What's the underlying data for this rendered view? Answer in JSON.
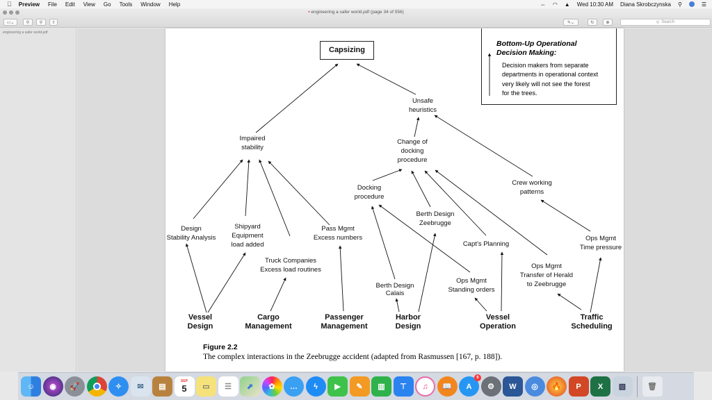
{
  "menubar": {
    "apple": "",
    "app_name": "Preview",
    "items": [
      "File",
      "Edit",
      "View",
      "Go",
      "Tools",
      "Window",
      "Help"
    ],
    "clock": "Wed 10:30 AM",
    "user": "Diana Skrobczynska"
  },
  "window": {
    "title": "engineering a safer world.pdf (page 34 of 556)",
    "search_placeholder": "Search"
  },
  "sidebar": {
    "item": "engineering a safer world.pdf"
  },
  "diagram": {
    "capsizing": "Capsizing",
    "callout_title": "Bottom-Up Operational\nDecision Making:",
    "callout_body": "Decision makers from separate\ndepartments in operational context\nvery likely will not see the forest\nfor the trees.",
    "unsafe_heuristics": "Unsafe\nheuristics",
    "impaired_stability": "Impaired\nstability",
    "change_docking": "Change of\ndocking\nprocedure",
    "docking_procedure": "Docking\nprocedure",
    "crew_working": "Crew working\npatterns",
    "berth_zeebrugge": "Berth Design\nZeebrugge",
    "design_stability": "Design\nStability Analysis",
    "shipyard": "Shipyard\nEquipment\nload added",
    "pass_mgmt": "Pass Mgmt\nExcess numbers",
    "capts_planning": "Capt’s Planning",
    "ops_time": "Ops Mgmt\nTime pressure",
    "truck": "Truck Companies\nExcess load routines",
    "ops_herald": "Ops Mgmt\nTransfer of Herald\nto Zeebrugge",
    "ops_standing": "Ops Mgmt\nStanding orders",
    "berth_calais": "Berth Design\nCalais",
    "vessel_design": "Vessel\nDesign",
    "cargo_mgmt": "Cargo\nManagement",
    "passenger_mgmt": "Passenger\nManagement",
    "harbor_design": "Harbor\nDesign",
    "vessel_operation": "Vessel\nOperation",
    "traffic_scheduling": "Traffic\nScheduling",
    "figure_label": "Figure 2.2",
    "figure_caption": "The complex interactions in the Zeebrugge accident (adapted from Rasmussen [167, p. 188])."
  },
  "dock": {
    "calendar_month": "SEP",
    "calendar_day": "5",
    "badge": "6",
    "apps": [
      "Finder",
      "Siri",
      "Launchpad",
      "Chrome",
      "Safari",
      "Mail",
      "Notes",
      "Calendar",
      "Stickies",
      "Reminders",
      "Maps",
      "Photos",
      "Messages",
      "Messenger",
      "FaceTime",
      "Pages",
      "Numbers",
      "Keynote",
      "iTunes",
      "iBooks",
      "App Store",
      "System Preferences",
      "Word",
      "Chrome Canary",
      "Firefox",
      "PowerPoint",
      "Excel",
      "Preview",
      "Trash"
    ]
  },
  "colors": {
    "menubar": "#f4f4f4",
    "page": "#ffffff",
    "dock": "#d2d7e1"
  }
}
